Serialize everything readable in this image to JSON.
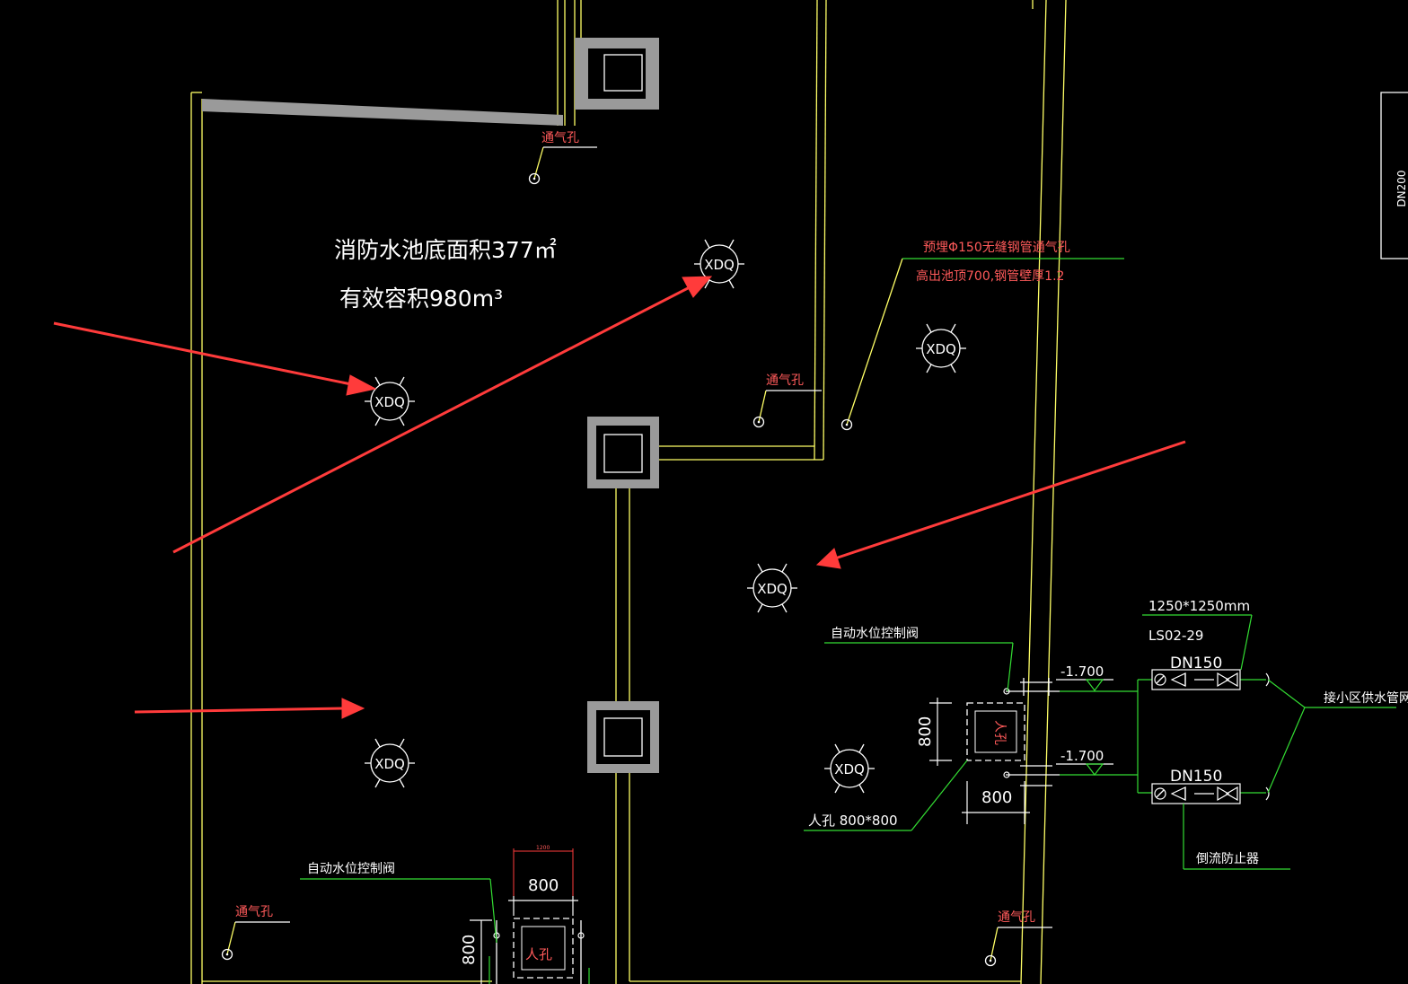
{
  "pool_info": {
    "area": "消防水池底面积377㎡",
    "volume": "有效容积980m³"
  },
  "vent_label": "通气孔",
  "vent_note": {
    "line1": "预埋Φ150无缝钢管通气孔",
    "line2": "高出池顶700,钢管壁厚1.2"
  },
  "float_valve_tag": "XDQ",
  "auto_valve_label": "自动水位控制阀",
  "manhole_label": "人孔",
  "manhole_size_label": "人孔  800*800",
  "dim_800": "800",
  "dim_small": "1200",
  "elevation": "-1.700",
  "pipe_size": "DN150",
  "box_size": "1250*1250mm",
  "box_model": "LS02-29",
  "backflow_label": "倒流防止器",
  "supply_label": "接小区供水管网",
  "side_pipe_label": "DN200",
  "colors": {
    "yellow": "#ffff66",
    "green": "#33dd33",
    "red_text": "#ff5a5a",
    "arrow": "#ff3b3b",
    "gray": "#9a9a9a"
  }
}
